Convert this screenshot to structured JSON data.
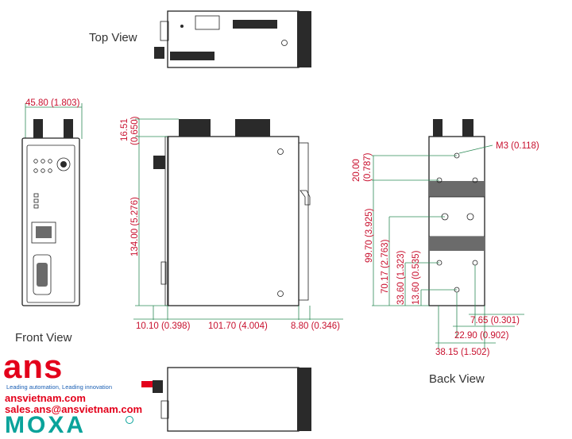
{
  "views": {
    "top": "Top View",
    "front": "Front View",
    "back": "Back View"
  },
  "dimensions": {
    "front_width": "45.80 (1.803)",
    "side_top_connector_a": "16.51",
    "side_top_connector_b": "(0.650)",
    "side_height": "134.00 (5.276)",
    "side_left_offset": "10.10 (0.398)",
    "side_depth": "101.70 (4.004)",
    "side_rail": "8.80 (0.346)",
    "back_screw": "M3 (0.118)",
    "back_top_a": "20.00",
    "back_top_b": "(0.787)",
    "back_99": "99.70 (3.925)",
    "back_70": "70.17 (2.763)",
    "back_33": "33.60 (1.323)",
    "back_13": "13.60 (0.535)",
    "back_7": "7.65 (0.301)",
    "back_22": "22.90 (0.902)",
    "back_38": "38.15 (1.502)"
  },
  "branding": {
    "ans_logo": "ans",
    "tagline": "Leading automation, Leading innovation",
    "website": "ansvietnam.com",
    "email": "sales.ans@ansvietnam.com",
    "moxa_logo": "MOXA",
    "ans_color": "#e3001b",
    "moxa_color": "#0aa39b"
  },
  "colors": {
    "dimension_text": "#c8102e",
    "dimension_line": "#2e8b57"
  }
}
